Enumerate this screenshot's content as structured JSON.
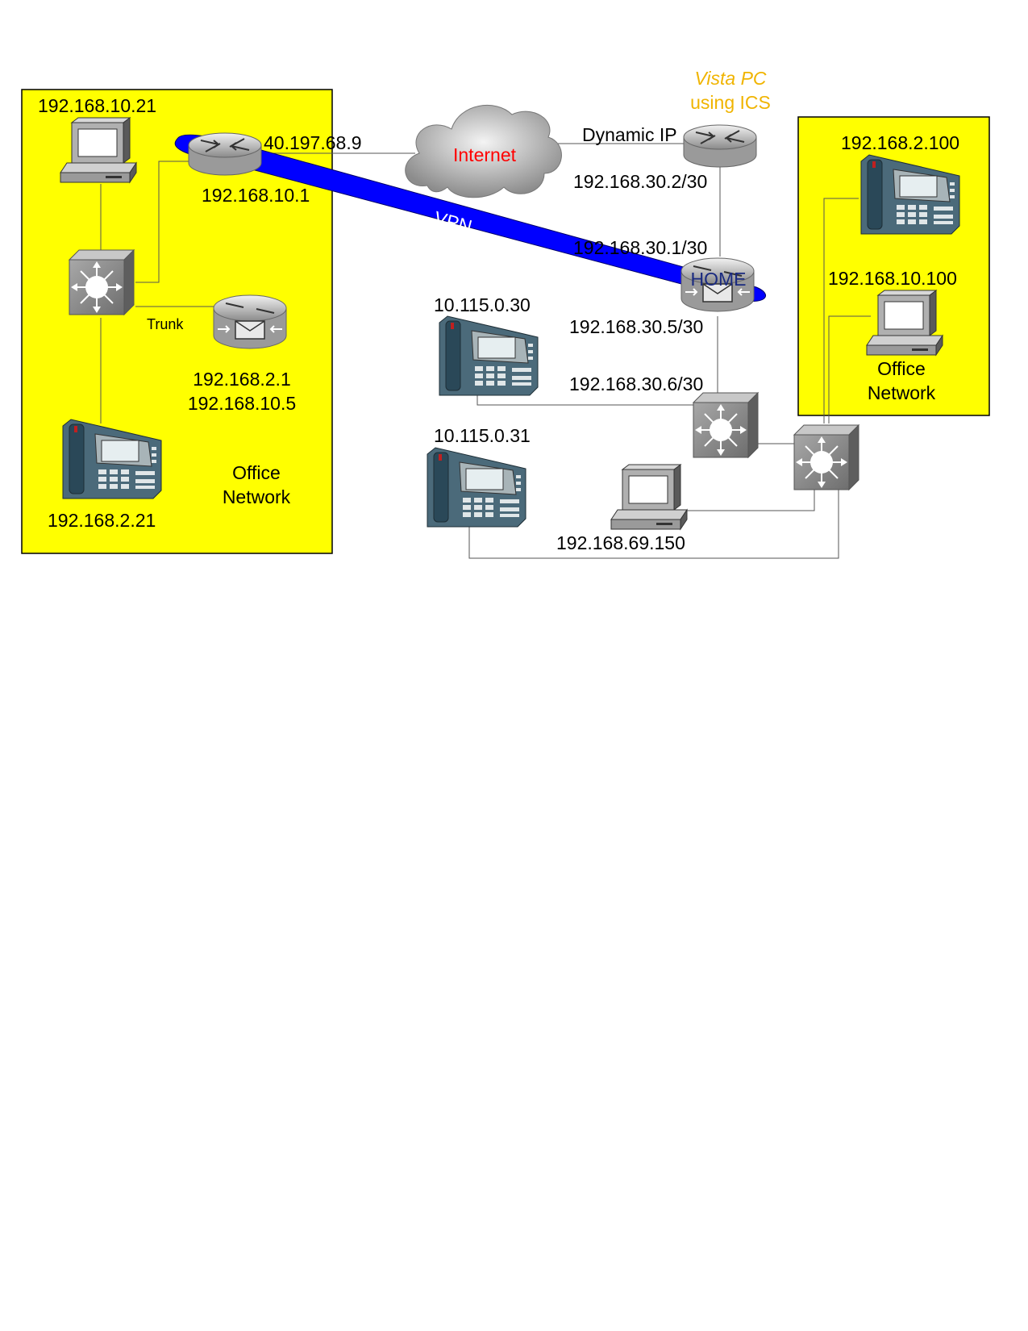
{
  "colors": {
    "zone_fill": "#ffff00",
    "vpn_fill": "#0000ff",
    "internet_text": "#ff0000",
    "vista_text": "#f0b400",
    "home_text": "#1a2a80",
    "label_text": "#000000"
  },
  "left_office": {
    "pc_ip": "192.168.10.21",
    "router_wan_ip": "40.197.68.9",
    "router_lan_ip": "192.168.10.1",
    "trunk_label": "Trunk",
    "voice_router_ip_1": "192.168.2.1",
    "voice_router_ip_2": "192.168.10.5",
    "phone_ip": "192.168.2.21",
    "zone_label_line1": "Office",
    "zone_label_line2": "Network"
  },
  "internet": {
    "label": "Internet"
  },
  "vpn": {
    "label": "VPN"
  },
  "vista": {
    "label_line1": "Vista PC",
    "label_line2": "using ICS",
    "dynamic_ip": "Dynamic IP",
    "lan_ip": "192.168.30.2/30"
  },
  "home_router": {
    "label": "HOME",
    "wan_ip": "192.168.30.1/30",
    "lan_ip": "192.168.30.5/30"
  },
  "home_switch": {
    "ip": "192.168.30.6/30"
  },
  "home_phones": {
    "phone1_ip": "10.115.0.30",
    "phone2_ip": "10.115.0.31"
  },
  "home_pc": {
    "ip": "192.168.69.150"
  },
  "right_office": {
    "phone_ip": "192.168.2.100",
    "pc_ip": "192.168.10.100",
    "zone_label_line1": "Office",
    "zone_label_line2": "Network"
  }
}
